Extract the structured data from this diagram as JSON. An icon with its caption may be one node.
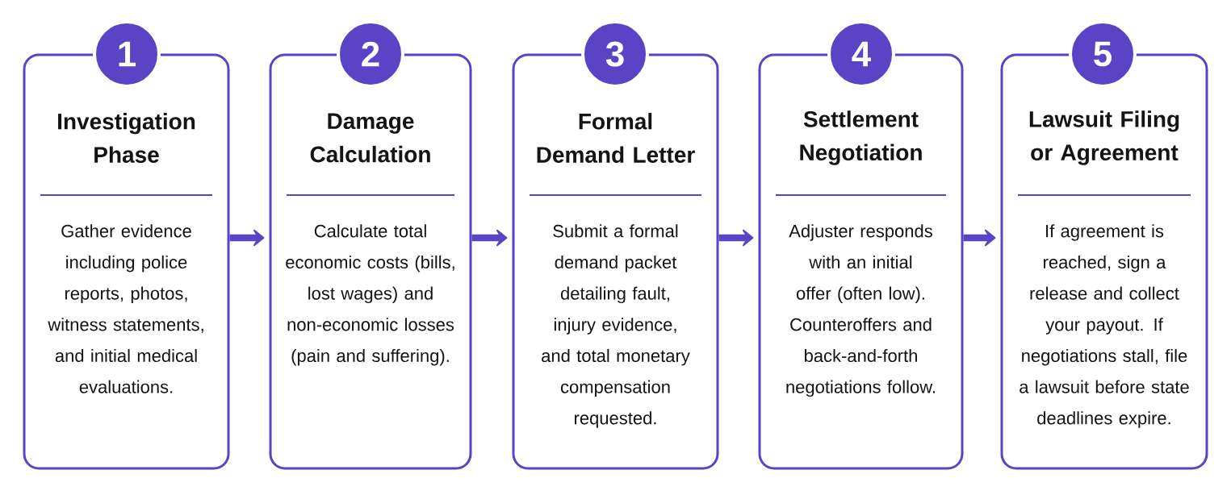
{
  "diagram": {
    "nodes": [
      {
        "text": [
          "1"
        ]
      },
      {
        "text": [
          "Investigation Phase",
          "Gather evidence including police reports, photos, witness statements, and initial medical evaluations."
        ]
      },
      {
        "text": [
          "2"
        ]
      },
      {
        "text": [
          "Damage Calculation",
          "Calculate total economic costs (bills, lost wages) and non-economic losses (pain and suffering)."
        ]
      },
      {
        "text": [
          "3"
        ]
      },
      {
        "text": [
          "Formal Demand Letter",
          "Submit a formal demand packet detailing fault, injury evidence, and total monetary compensation requested."
        ]
      },
      {
        "text": [
          "4"
        ]
      },
      {
        "text": [
          "Settlement Negotiation",
          "Adjuster responds with an initial offer (often low). Counteroffers and back-and-forth negotiations follow."
        ]
      },
      {
        "text": [
          "5"
        ]
      },
      {
        "text": [
          "Lawsuit Filing or Agreement",
          "If agreement is reached, sign a release and collect your payout. If negotiations stall, file a lawsuit before state deadlines expire."
        ]
      }
    ],
    "edges": [
      {
        "from": 1,
        "to": 3,
        "arrow": "to"
      },
      {
        "from": 3,
        "to": 5,
        "arrow": "to"
      },
      {
        "from": 5,
        "to": 7,
        "arrow": "to"
      },
      {
        "from": 7,
        "to": 9,
        "arrow": "to"
      }
    ]
  }
}
